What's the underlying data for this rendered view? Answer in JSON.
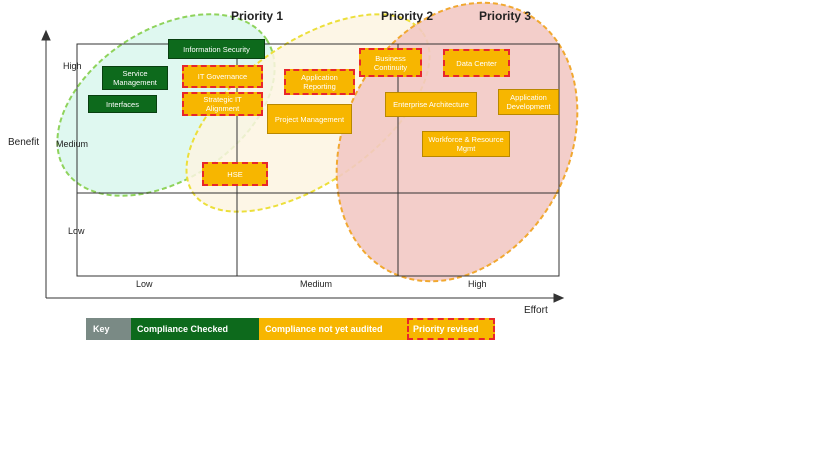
{
  "colors": {
    "compliance_checked": "#0d6a1c",
    "not_audited": "#f7b600",
    "revised_border": "#e8262b",
    "key_grey": "#7a8a85",
    "priority1_fill": "#dff8f0",
    "priority1_stroke": "#8fd35c",
    "priority2_fill": "#fdf4e2",
    "priority2_stroke": "#ecdf3a",
    "priority3_fill": "#f2c9c4",
    "priority3_stroke": "#f1a830"
  },
  "axes": {
    "y_label": "Benefit",
    "x_label": "Effort",
    "y_levels": [
      "High",
      "Medium",
      "Low"
    ],
    "x_levels": [
      "Low",
      "Medium",
      "High"
    ]
  },
  "priorities": [
    "Priority 1",
    "Priority 2",
    "Priority 3"
  ],
  "items": [
    {
      "label": "Information Security",
      "status": "checked",
      "revised": false
    },
    {
      "label": "Service Management",
      "status": "checked",
      "revised": false
    },
    {
      "label": "Interfaces",
      "status": "checked",
      "revised": false
    },
    {
      "label": "IT Governance",
      "status": "not_audited",
      "revised": true
    },
    {
      "label": "Strategic IT Alignment",
      "status": "not_audited",
      "revised": true
    },
    {
      "label": "Application Reporting",
      "status": "not_audited",
      "revised": true
    },
    {
      "label": "Business Continuity",
      "status": "not_audited",
      "revised": true
    },
    {
      "label": "Data Center",
      "status": "not_audited",
      "revised": true
    },
    {
      "label": "Project Management",
      "status": "not_audited",
      "revised": false
    },
    {
      "label": "Enterprise Architecture",
      "status": "not_audited",
      "revised": false
    },
    {
      "label": "Application Development",
      "status": "not_audited",
      "revised": false
    },
    {
      "label": "Workforce & Resource Mgmt",
      "status": "not_audited",
      "revised": false
    },
    {
      "label": "HSE",
      "status": "not_audited",
      "revised": true
    }
  ],
  "legend": {
    "key": "Key",
    "checked": "Compliance Checked",
    "not_audited": "Compliance not yet audited",
    "revised": "Priority revised"
  }
}
